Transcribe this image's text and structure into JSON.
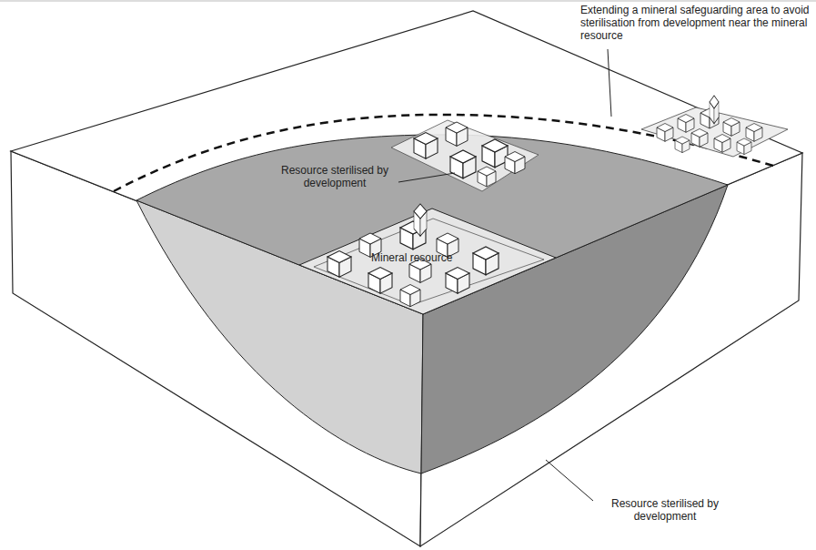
{
  "diagram": {
    "labels": [
      "Extending a mineral safeguarding area to avoid sterilisation from development near the mineral resource",
      "Resource sterilised by development",
      "Mineral resource",
      "Resource sterilised by development"
    ]
  }
}
